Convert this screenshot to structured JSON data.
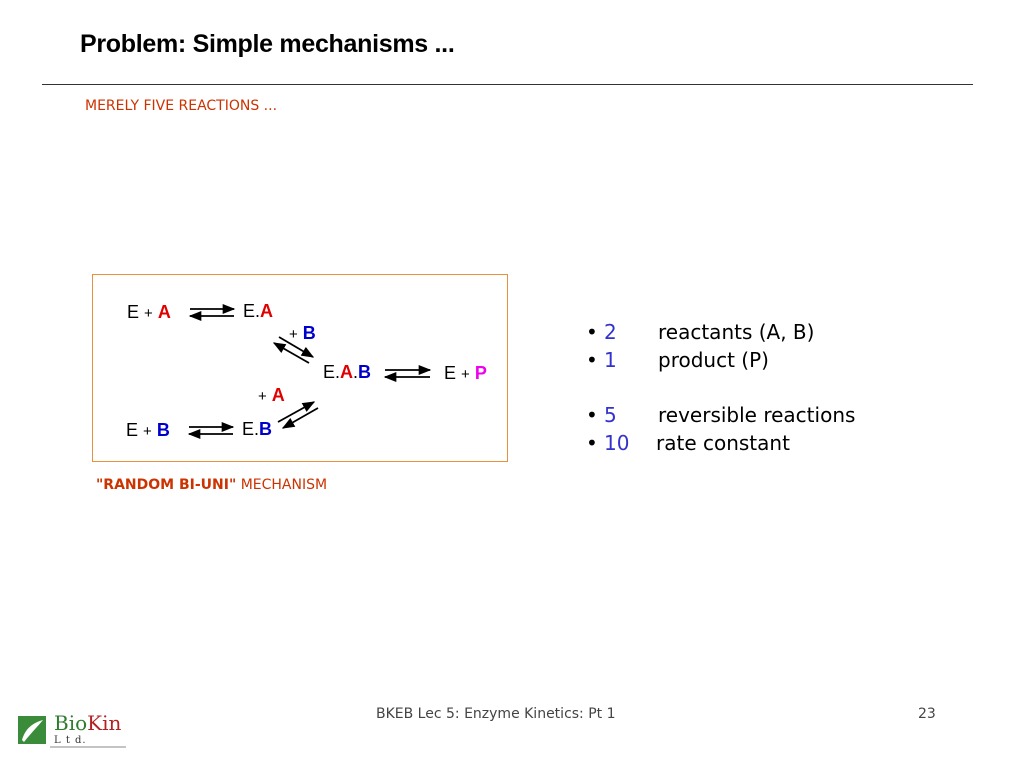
{
  "header": {
    "title": "Problem: Simple mechanisms ...",
    "subtitle": "MERELY FIVE REACTIONS ..."
  },
  "scheme": {
    "row1_e": "E",
    "plus": "+",
    "row1_a": "A",
    "row1_ea_prefix": "E.",
    "row1_ea_a": "A",
    "mid_plus_b": "B",
    "center_e": "E.",
    "center_a": "A",
    "center_dot": ".",
    "center_b": "B",
    "product_e": "E",
    "product_p": "P",
    "mid_plus_a": "A",
    "row2_e": "E",
    "row2_b": "B",
    "row2_eb_prefix": "E.",
    "row2_eb_b": "B",
    "caption_bold": "\"RANDOM BI-UNI\"",
    "caption_rest": "MECHANISM"
  },
  "bullets": [
    {
      "bullet": "•",
      "number": "2",
      "label": "reactants (A, B)"
    },
    {
      "bullet": "•",
      "number": "1",
      "label": "product (P)"
    },
    {
      "bullet": "•",
      "number": "5",
      "label": "reversible reactions"
    },
    {
      "bullet": "•",
      "number": "10",
      "label": "rate constant"
    }
  ],
  "footer": {
    "course": "BKEB Lec 5: Enzyme Kinetics: Pt 1",
    "page": "23"
  },
  "logo": {
    "name_part1": "Bio",
    "name_part2": "Kin",
    "suffix": "L t d."
  },
  "colors": {
    "accent_red": "#e00000",
    "accent_blue": "#0000cc",
    "accent_magenta": "#ee00ee",
    "subtitle_orange": "#cc3300",
    "box_border": "#e8913a"
  }
}
